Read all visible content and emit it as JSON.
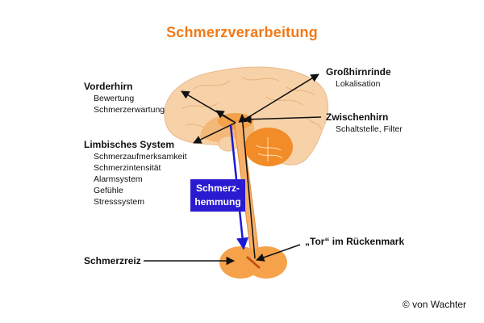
{
  "title": "Schmerzverarbeitung",
  "colors": {
    "title": "#f07a19",
    "brain_cortex": "#f7d2a8",
    "brain_deep": "#f3a14a",
    "cerebellum": "#f28c28",
    "spinal": "#f7b06a",
    "inhibition": "#1a1ad6",
    "hemmung_box": "#2b1bd0",
    "arrow": "#111111"
  },
  "labels": {
    "vorderhirn": {
      "heading": "Vorderhirn",
      "lines": [
        "Bewertung",
        "Schmerzerwartung"
      ]
    },
    "limbisch": {
      "heading": "Limbisches System",
      "lines": [
        "Schmerzaufmerksamkeit",
        "Schmerzintensität",
        "Alarmsystem",
        "Gefühle",
        "Stresssystem"
      ]
    },
    "grosshirnrinde": {
      "heading": "Großhirnrinde",
      "lines": [
        "Lokalisation"
      ]
    },
    "zwischenhirn": {
      "heading": "Zwischenhirn",
      "lines": [
        "Schaltstelle, Filter"
      ]
    },
    "schmerzreiz": {
      "heading": "Schmerzreiz"
    },
    "tor": {
      "heading": "„Tor“ im Rückenmark"
    }
  },
  "hemmung": {
    "line1": "Schmerz-",
    "line2": "hemmung"
  },
  "copyright": "© von Wachter"
}
